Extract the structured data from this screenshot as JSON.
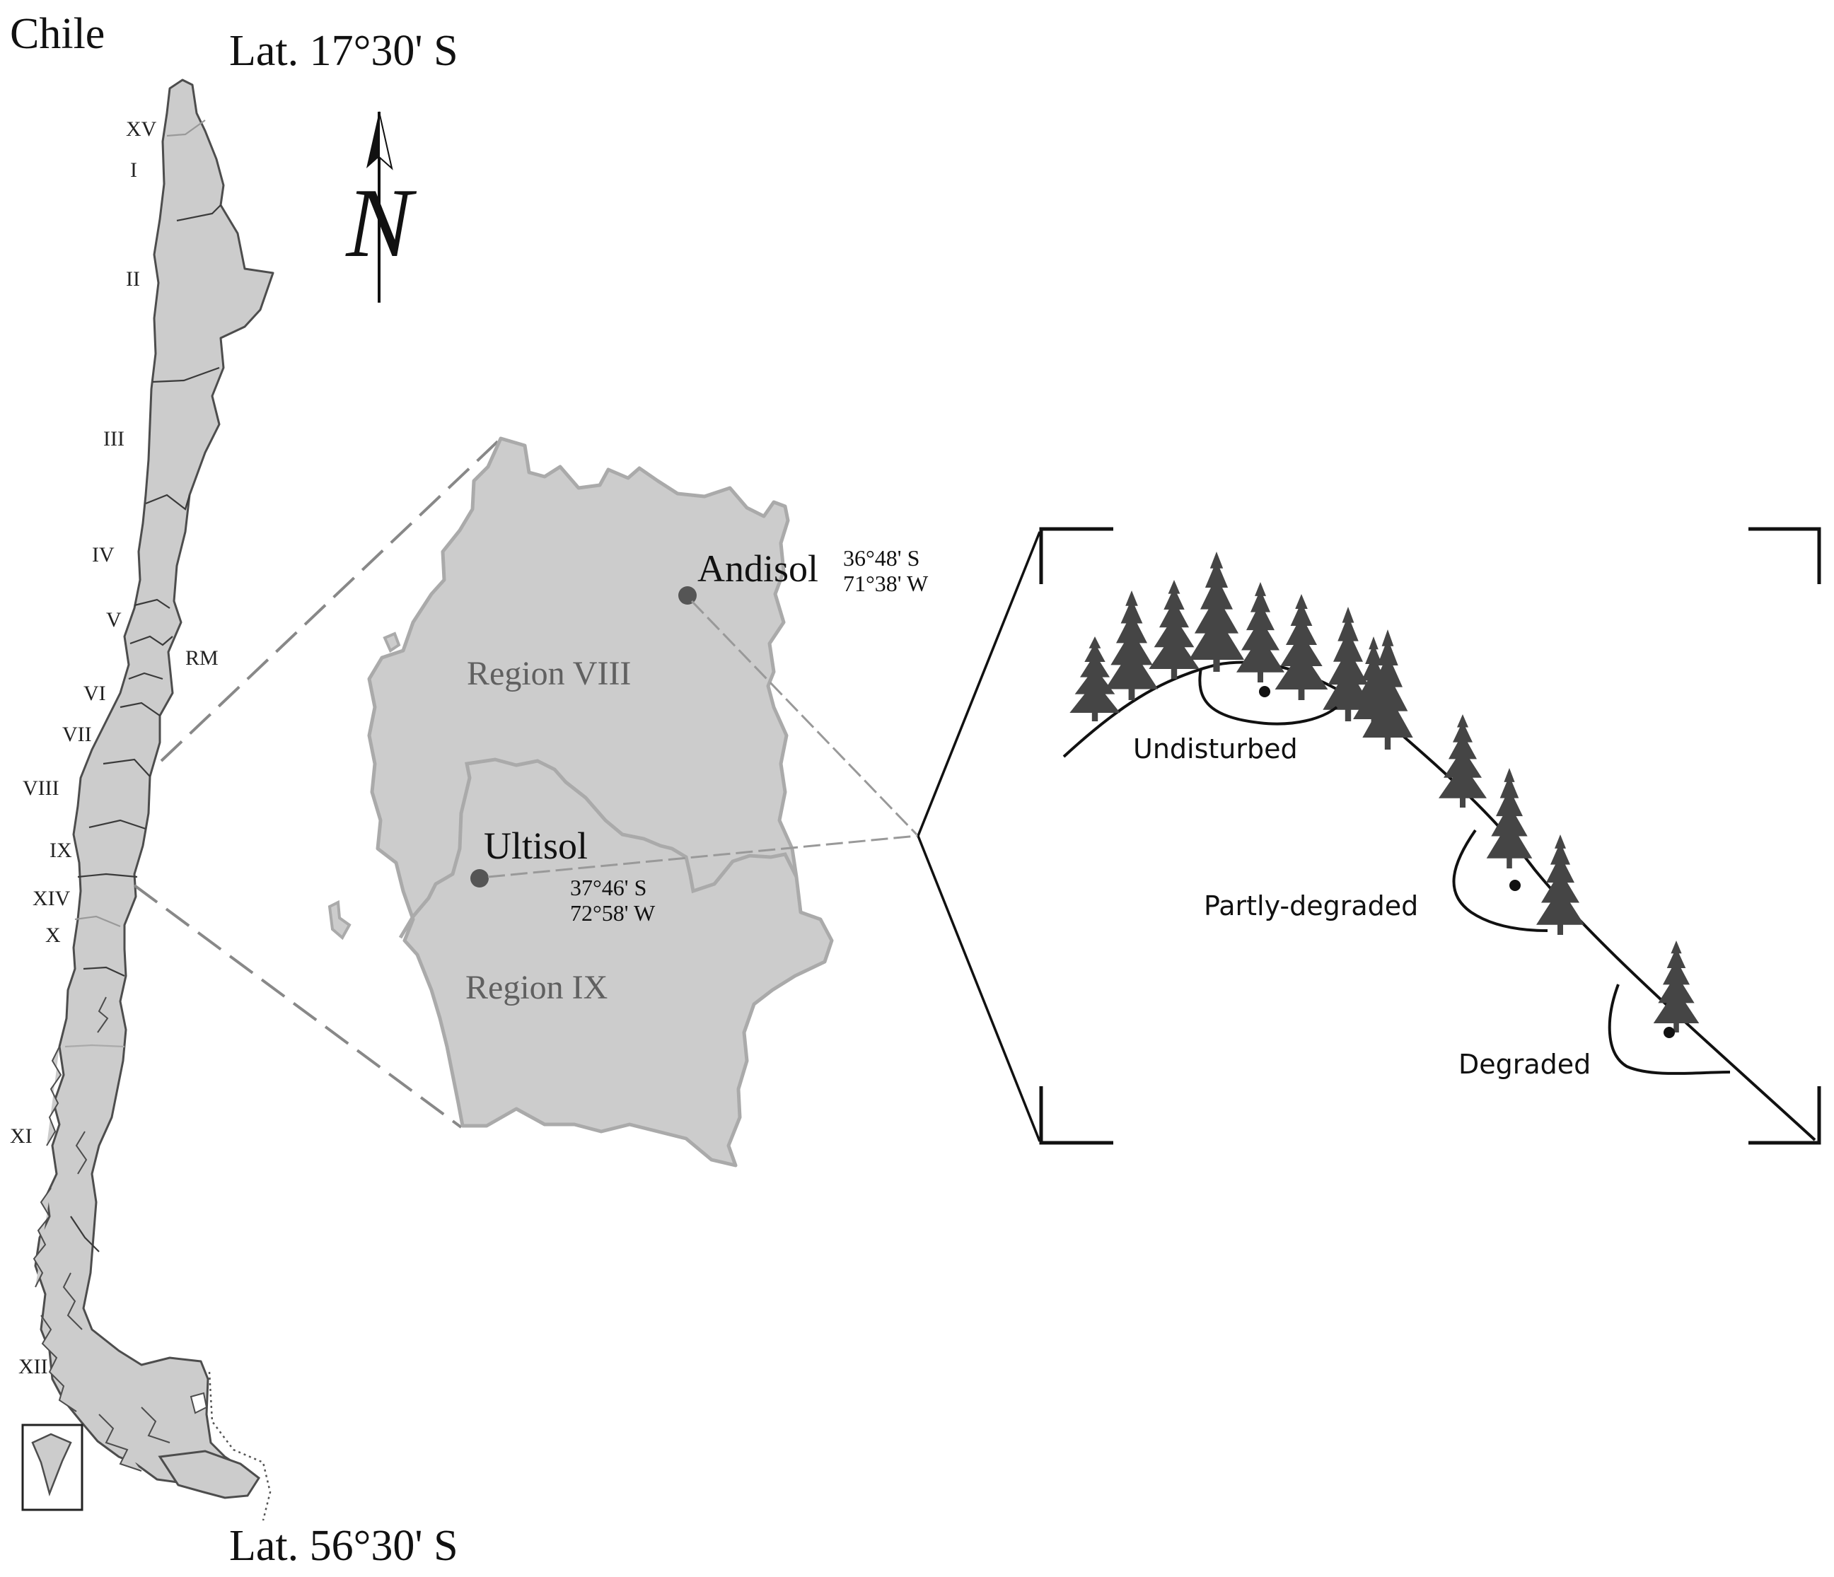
{
  "country": "Chile",
  "latitude": {
    "north": "Lat. 17°30' S",
    "south": "Lat. 56°30' S"
  },
  "compass": {
    "letter": "N",
    "icon": "north-arrow-icon"
  },
  "regions_list": [
    "XV",
    "I",
    "II",
    "III",
    "IV",
    "V",
    "RM",
    "VI",
    "VII",
    "VIII",
    "IX",
    "XIV",
    "X",
    "XI",
    "XII"
  ],
  "study_area": {
    "regions": [
      "Region VIII",
      "Region IX"
    ],
    "sites": [
      {
        "name": "Andisol",
        "lat": "36°48' S",
        "lon": "71°38' W"
      },
      {
        "name": "Ultisol",
        "lat": "37°46' S",
        "lon": "72°58' W"
      }
    ]
  },
  "slope_profile": {
    "conditions": [
      "Undisturbed",
      "Partly-degraded",
      "Degraded"
    ]
  },
  "colors": {
    "land": "#cccccc",
    "land_border": "#4d4d4d",
    "region_text": "#606060",
    "trees": "#454545",
    "site_dot": "#555555"
  }
}
